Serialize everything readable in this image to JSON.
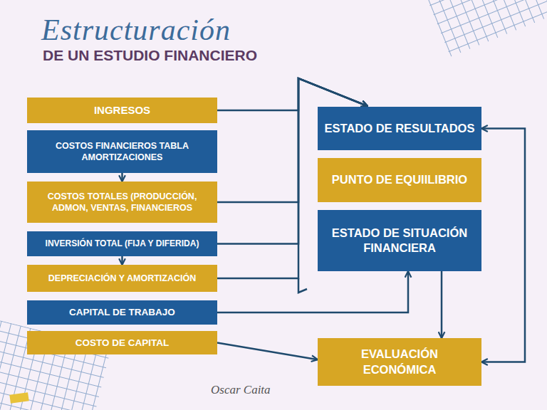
{
  "diagram": {
    "title": "Estructuración",
    "nodes": [
      {
        "text": [
          "INGRESOS"
        ]
      },
      {
        "text": [
          "COSTOS FINANCIEROS TABLA AMORTIZACIONES"
        ]
      },
      {
        "text": [
          "COSTOS TOTALES (PRODUCCIÓN, ADMON, VENTAS, FINANCIEROS"
        ]
      },
      {
        "text": [
          "INVERSIÓN TOTAL (FIJA Y DIFERIDA)"
        ]
      },
      {
        "text": [
          "DEPRECIACIÓN Y AMORTIZACIÓN"
        ]
      },
      {
        "text": [
          "CAPITAL DE TRABAJO"
        ]
      },
      {
        "text": [
          "COSTO DE CAPITAL"
        ]
      },
      {
        "text": [
          "ESTADO DE RESULTADOS"
        ]
      },
      {
        "text": [
          "PUNTO DE EQUIILIBRIO"
        ]
      },
      {
        "text": [
          "ESTADO DE SITUACIÓN FINANCIERA"
        ]
      },
      {
        "text": [
          "EVALUACIÓN ECONÓMICA"
        ]
      }
    ],
    "edges": [
      {
        "from": 1,
        "to": 2,
        "arrow": "to"
      },
      {
        "from": 3,
        "to": 4,
        "arrow": "to"
      },
      {
        "from": 0,
        "to": 7,
        "arrow": "to"
      },
      {
        "from": 2,
        "to": 7,
        "arrow": "to"
      },
      {
        "from": 3,
        "to": 7,
        "arrow": "to"
      },
      {
        "from": 4,
        "to": 7,
        "arrow": "to"
      },
      {
        "from": 5,
        "to": 9,
        "arrow": "to"
      },
      {
        "from": 6,
        "to": 10,
        "arrow": "to"
      },
      {
        "from": 9,
        "to": 10,
        "arrow": "to"
      },
      {
        "from": 7,
        "to": 10,
        "arrow": "both"
      }
    ],
    "labels": [
      "DE UN ESTUDIO FINANCIERO",
      "Oscar Caita"
    ]
  }
}
